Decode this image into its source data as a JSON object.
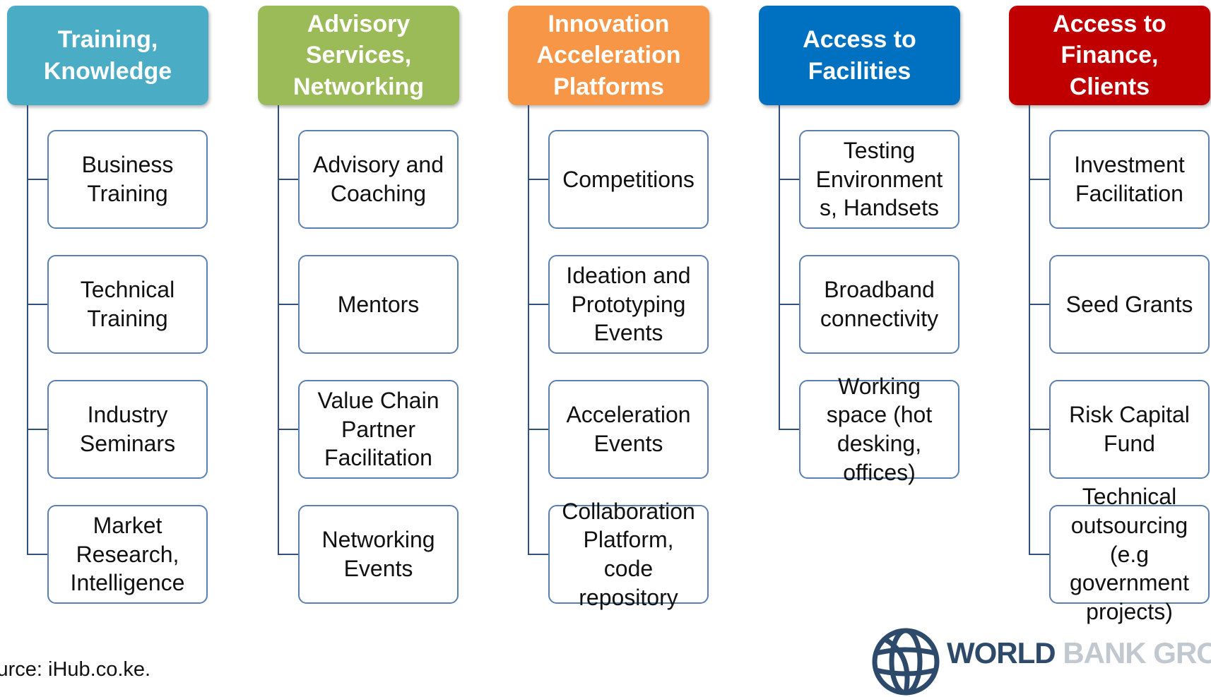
{
  "columns": [
    {
      "title": "Training,\nKnowledge",
      "color": "#4bacc6",
      "items": [
        "Business\nTraining",
        "Technical\nTraining",
        "Industry\nSeminars",
        "Market\nResearch,\nIntelligence"
      ]
    },
    {
      "title": "Advisory\nServices,\nNetworking",
      "color": "#9bbb59",
      "items": [
        "Advisory and\nCoaching",
        "Mentors",
        "Value Chain\nPartner\nFacilitation",
        "Networking\nEvents"
      ]
    },
    {
      "title": "Innovation\nAcceleration\nPlatforms",
      "color": "#f79646",
      "items": [
        "Competitions",
        "Ideation and\nPrototyping\nEvents",
        "Acceleration\nEvents",
        "Collaboration\nPlatform,\ncode\nrepository"
      ]
    },
    {
      "title": "Access to\nFacilities",
      "color": "#0070c0",
      "items": [
        "Testing\nEnvironment\ns, Handsets",
        "Broadband\nconnectivity",
        "Working\nspace (hot\ndesking,\noffices)"
      ]
    },
    {
      "title": "Access to\nFinance,\nClients",
      "color": "#c00000",
      "items": [
        "Investment\nFacilitation",
        "Seed Grants",
        "Risk Capital\nFund",
        "Technical\noutsourcing\n(e.g\ngovernment\nprojects)"
      ]
    }
  ],
  "source": "Source: iHub.co.ke.",
  "logo": {
    "word1": "WORLD",
    "word2": "BANK GROUP",
    "icon": "globe-icon"
  }
}
